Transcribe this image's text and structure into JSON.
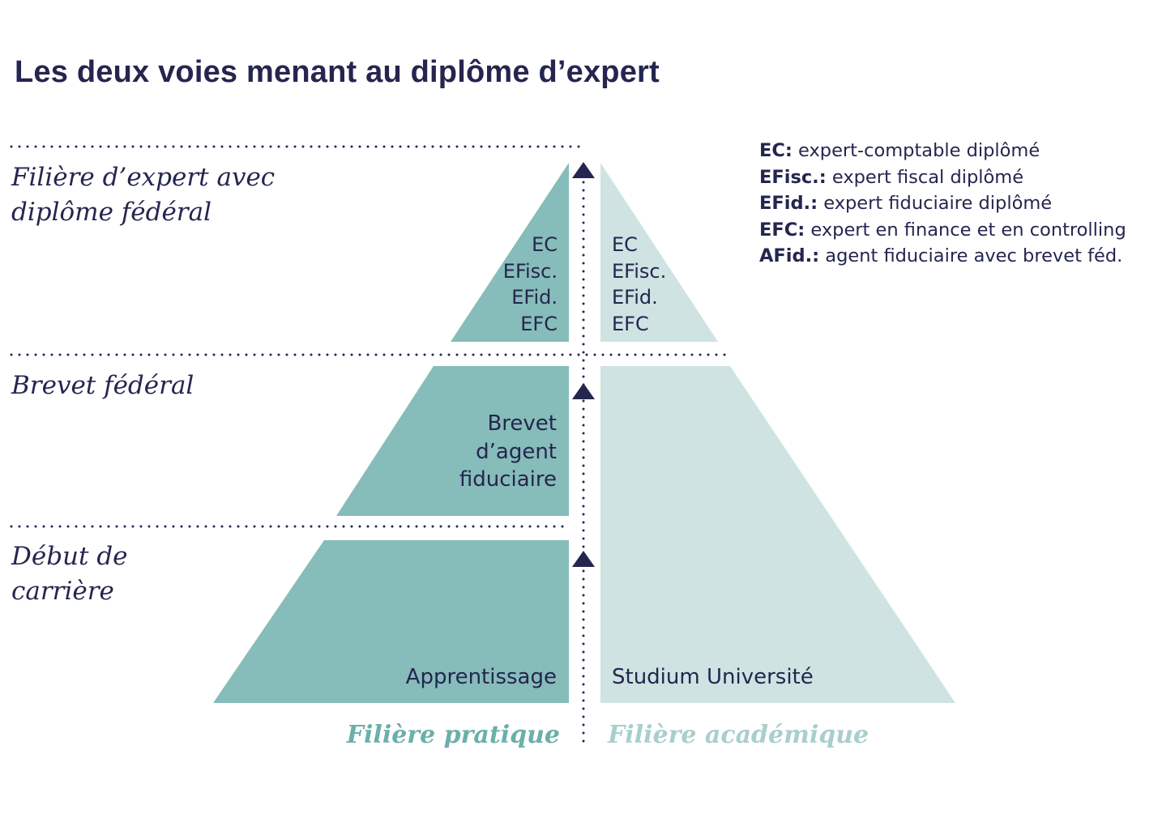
{
  "title": "Les deux voies menant au diplôme d’expert",
  "legend": [
    {
      "abbr": "EC:",
      "text": " expert-comptable diplômé"
    },
    {
      "abbr": "EFisc.:",
      "text": " expert fiscal diplômé"
    },
    {
      "abbr": "EFid.:",
      "text": " expert fiduciaire diplômé"
    },
    {
      "abbr": "EFC:",
      "text": " expert en finance et en controlling"
    },
    {
      "abbr": "AFid.:",
      "text": " agent fiduciaire avec brevet féd."
    }
  ],
  "levels": {
    "top": "Filière d’expert avec diplôme fédéral",
    "middle": "Brevet fédéral",
    "bottom": "Début de carrière"
  },
  "pyramid": {
    "practical_top": [
      "EC",
      "EFisc.",
      "EFid.",
      "EFC"
    ],
    "academic_top": [
      "EC",
      "EFisc.",
      "EFid.",
      "EFC"
    ],
    "practical_middle": [
      "Brevet",
      "d’agent",
      "fiduciaire"
    ],
    "practical_bottom": "Apprentissage",
    "academic_bottom": "Studium Université"
  },
  "tracks": {
    "practical": "Filière pratique",
    "academic": "Filière académique"
  },
  "colors": {
    "practical": "#86bcb9",
    "academic": "#cfe3e2",
    "navy": "#24264f",
    "practical_text": "#6aafab",
    "academic_text": "#a8cfcc"
  }
}
